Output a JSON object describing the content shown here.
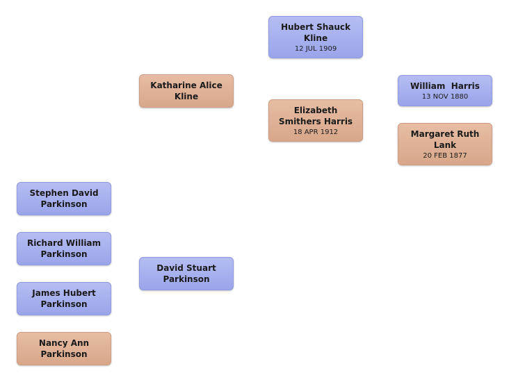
{
  "people": {
    "hubert": {
      "name": "Hubert Shauck Kline",
      "date": "12 JUL 1909"
    },
    "katharine": {
      "name": "Katharine Alice Kline"
    },
    "elizabeth": {
      "name": "Elizabeth Smithers Harris",
      "date": "18 APR 1912"
    },
    "william": {
      "name": "William  Harris",
      "date": "13 NOV 1880"
    },
    "margaret": {
      "name": "Margaret Ruth Lank",
      "date": "20 FEB 1877"
    },
    "stephen": {
      "name": "Stephen David Parkinson"
    },
    "richard": {
      "name": "Richard William Parkinson"
    },
    "james": {
      "name": "James Hubert Parkinson"
    },
    "nancy": {
      "name": "Nancy Ann Parkinson"
    },
    "david": {
      "name": "David Stuart Parkinson"
    }
  },
  "colors": {
    "male": "#a5aeee",
    "female": "#dfb196"
  }
}
